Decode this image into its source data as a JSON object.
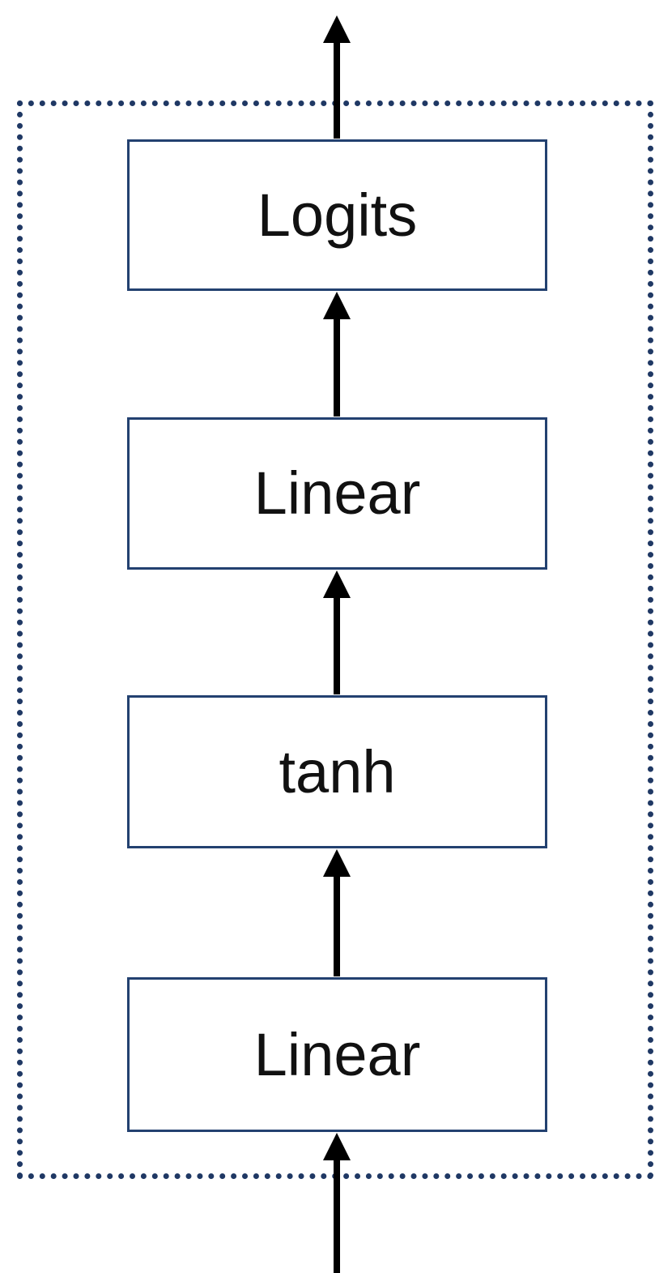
{
  "diagram": {
    "title": "Neural network output head block diagram",
    "orientation": "bottom-to-top",
    "group": {
      "name": "output-head-group",
      "border_style": "dotted",
      "border_color": "#1F3864"
    },
    "box_style": {
      "border_color": "#234170",
      "fill_color": "#FFFFFF",
      "text_color": "#111111"
    },
    "arrow_color": "#000000",
    "layers": [
      {
        "id": "logits",
        "label": "Logits"
      },
      {
        "id": "linear-top",
        "label": "Linear"
      },
      {
        "id": "tanh",
        "label": "tanh"
      },
      {
        "id": "linear-bottom",
        "label": "Linear"
      }
    ],
    "arrows": [
      {
        "id": "arrow-output",
        "from": "logits",
        "to": "outside-top"
      },
      {
        "id": "arrow-linear-logits",
        "from": "linear-top",
        "to": "logits"
      },
      {
        "id": "arrow-tanh-linear",
        "from": "tanh",
        "to": "linear-top"
      },
      {
        "id": "arrow-linear-tanh",
        "from": "linear-bottom",
        "to": "tanh"
      },
      {
        "id": "arrow-input",
        "from": "outside-bottom",
        "to": "linear-bottom"
      }
    ]
  }
}
